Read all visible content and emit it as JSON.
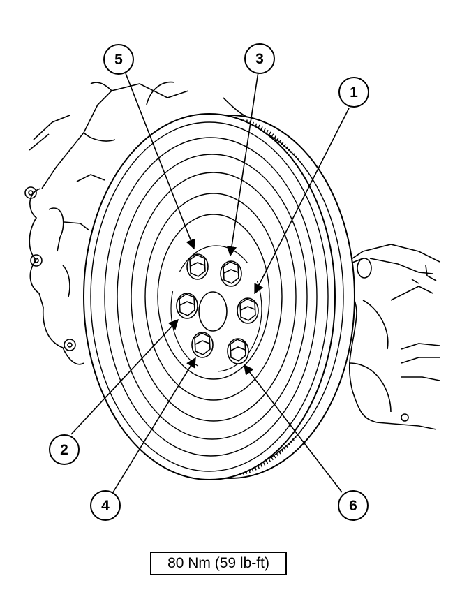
{
  "callouts": [
    {
      "label": "5",
      "target": "bolt-upper-left"
    },
    {
      "label": "3",
      "target": "bolt-upper-right"
    },
    {
      "label": "1",
      "target": "bolt-right"
    },
    {
      "label": "2",
      "target": "bolt-left"
    },
    {
      "label": "4",
      "target": "bolt-lower-left"
    },
    {
      "label": "6",
      "target": "bolt-lower-right"
    }
  ],
  "torque_spec": "80 Nm (59 lb-ft)",
  "colors": {
    "line": "#000000",
    "background": "#ffffff"
  }
}
